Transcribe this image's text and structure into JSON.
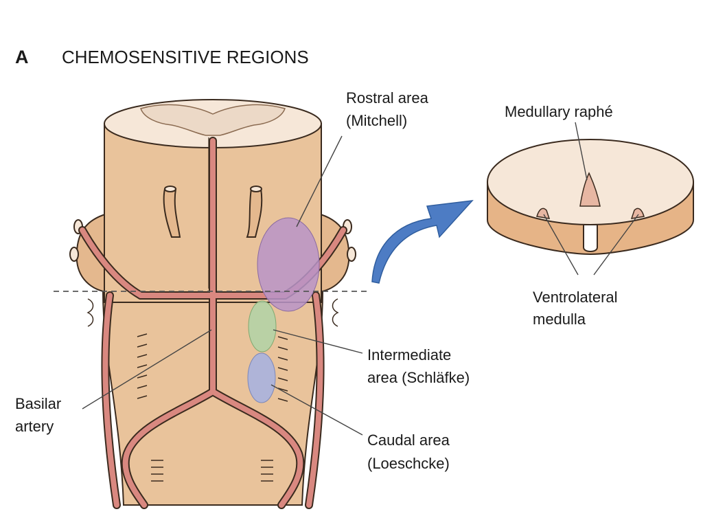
{
  "figure": {
    "panel_letter": "A",
    "title": "CHEMOSENSITIVE REGIONS"
  },
  "labels": {
    "rostral_line1": "Rostral area",
    "rostral_line2": "(Mitchell)",
    "intermediate_line1": "Intermediate",
    "intermediate_line2": "area (Schläfke)",
    "caudal_line1": "Caudal area",
    "caudal_line2": "(Loeschcke)",
    "basilar_line1": "Basilar",
    "basilar_line2": "artery",
    "raphe": "Medullary raphé",
    "ventrolateral_line1": "Ventrolateral",
    "ventrolateral_line2": "medulla"
  },
  "colors": {
    "tissue": "#e9c39b",
    "tissue_light": "#f6e7d8",
    "tissue_shadow": "#d9aa7d",
    "artery": "#d98880",
    "rostral_region": "#b894c8",
    "intermediate_region": "#b4d3a6",
    "caudal_region": "#a9b3df",
    "arrow": "#4d7cc4",
    "outline": "#3a2a1e"
  }
}
